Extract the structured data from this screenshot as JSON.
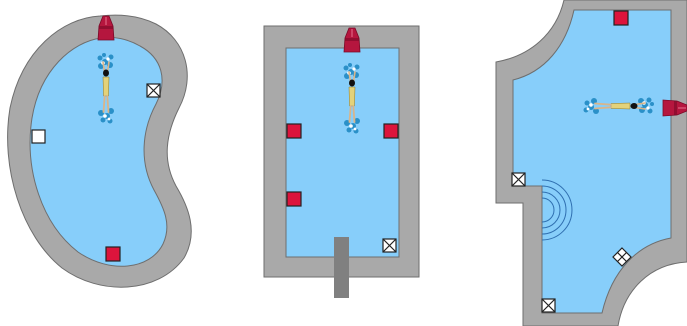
{
  "colors": {
    "deck": "#a9a9a9",
    "water": "#87cefa",
    "outline": "#6e6e6e",
    "red_square": "#dc143c",
    "fitting": "#ffffff",
    "cleaner": "#b5163e",
    "cleaner_dark": "#7a0a28",
    "steps_line": "#2f6fb0",
    "ladder": "#808080",
    "swimmer_suit": "#e3d27a",
    "swimmer_hair": "#111111",
    "splash": "#2a90c8"
  },
  "pools": [
    {
      "name": "kidney-pool",
      "deck_shape": "kidney-outline",
      "water_shape": "kidney-water",
      "cleaner": "robotic-cleaner",
      "swimmer": "swimmer-icon",
      "fittings": [
        {
          "type": "red-square",
          "name": "floor-drain-bottom"
        },
        {
          "type": "white-square",
          "name": "inlet-left"
        },
        {
          "type": "crossed-square",
          "name": "skimmer-right"
        }
      ]
    },
    {
      "name": "rectangular-pool",
      "deck_shape": "rectangle-outline",
      "water_shape": "rectangle-water",
      "cleaner": "robotic-cleaner",
      "swimmer": "swimmer-icon",
      "ladder": "access-ladder",
      "fittings": [
        {
          "type": "red-square",
          "name": "inlet-left-upper"
        },
        {
          "type": "red-square",
          "name": "inlet-right-upper"
        },
        {
          "type": "red-square",
          "name": "inlet-left-lower"
        },
        {
          "type": "crossed-square",
          "name": "skimmer-bottom-right"
        }
      ]
    },
    {
      "name": "freeform-pool",
      "deck_shape": "freeform-outline",
      "water_shape": "freeform-water",
      "cleaner": "robotic-cleaner",
      "swimmer": "swimmer-icon",
      "steps": "roman-steps",
      "fittings": [
        {
          "type": "red-square",
          "name": "inlet-top"
        },
        {
          "type": "crossed-square",
          "name": "skimmer-left"
        },
        {
          "type": "crossed-diamond",
          "name": "main-drain"
        },
        {
          "type": "crossed-square",
          "name": "skimmer-bottom"
        }
      ]
    }
  ]
}
